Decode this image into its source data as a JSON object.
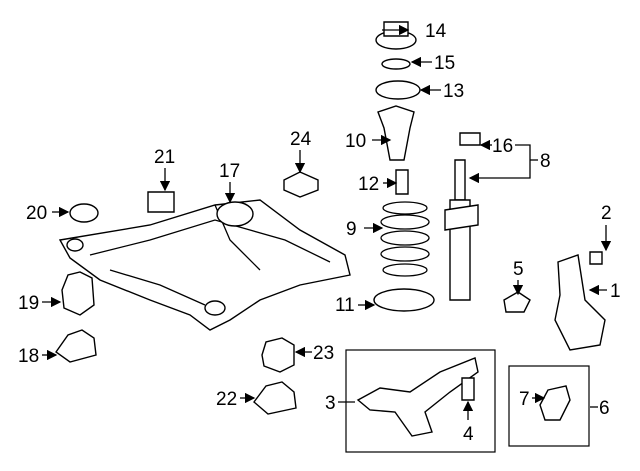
{
  "diagram": {
    "labels": {
      "p1": "1",
      "p2": "2",
      "p3": "3",
      "p4": "4",
      "p5": "5",
      "p6": "6",
      "p7": "7",
      "p8": "8",
      "p9": "9",
      "p10": "10",
      "p11": "11",
      "p12": "12",
      "p13": "13",
      "p14": "14",
      "p15": "15",
      "p16": "16",
      "p17": "17",
      "p18": "18",
      "p19": "19",
      "p20": "20",
      "p21": "21",
      "p22": "22",
      "p23": "23",
      "p24": "24"
    }
  }
}
